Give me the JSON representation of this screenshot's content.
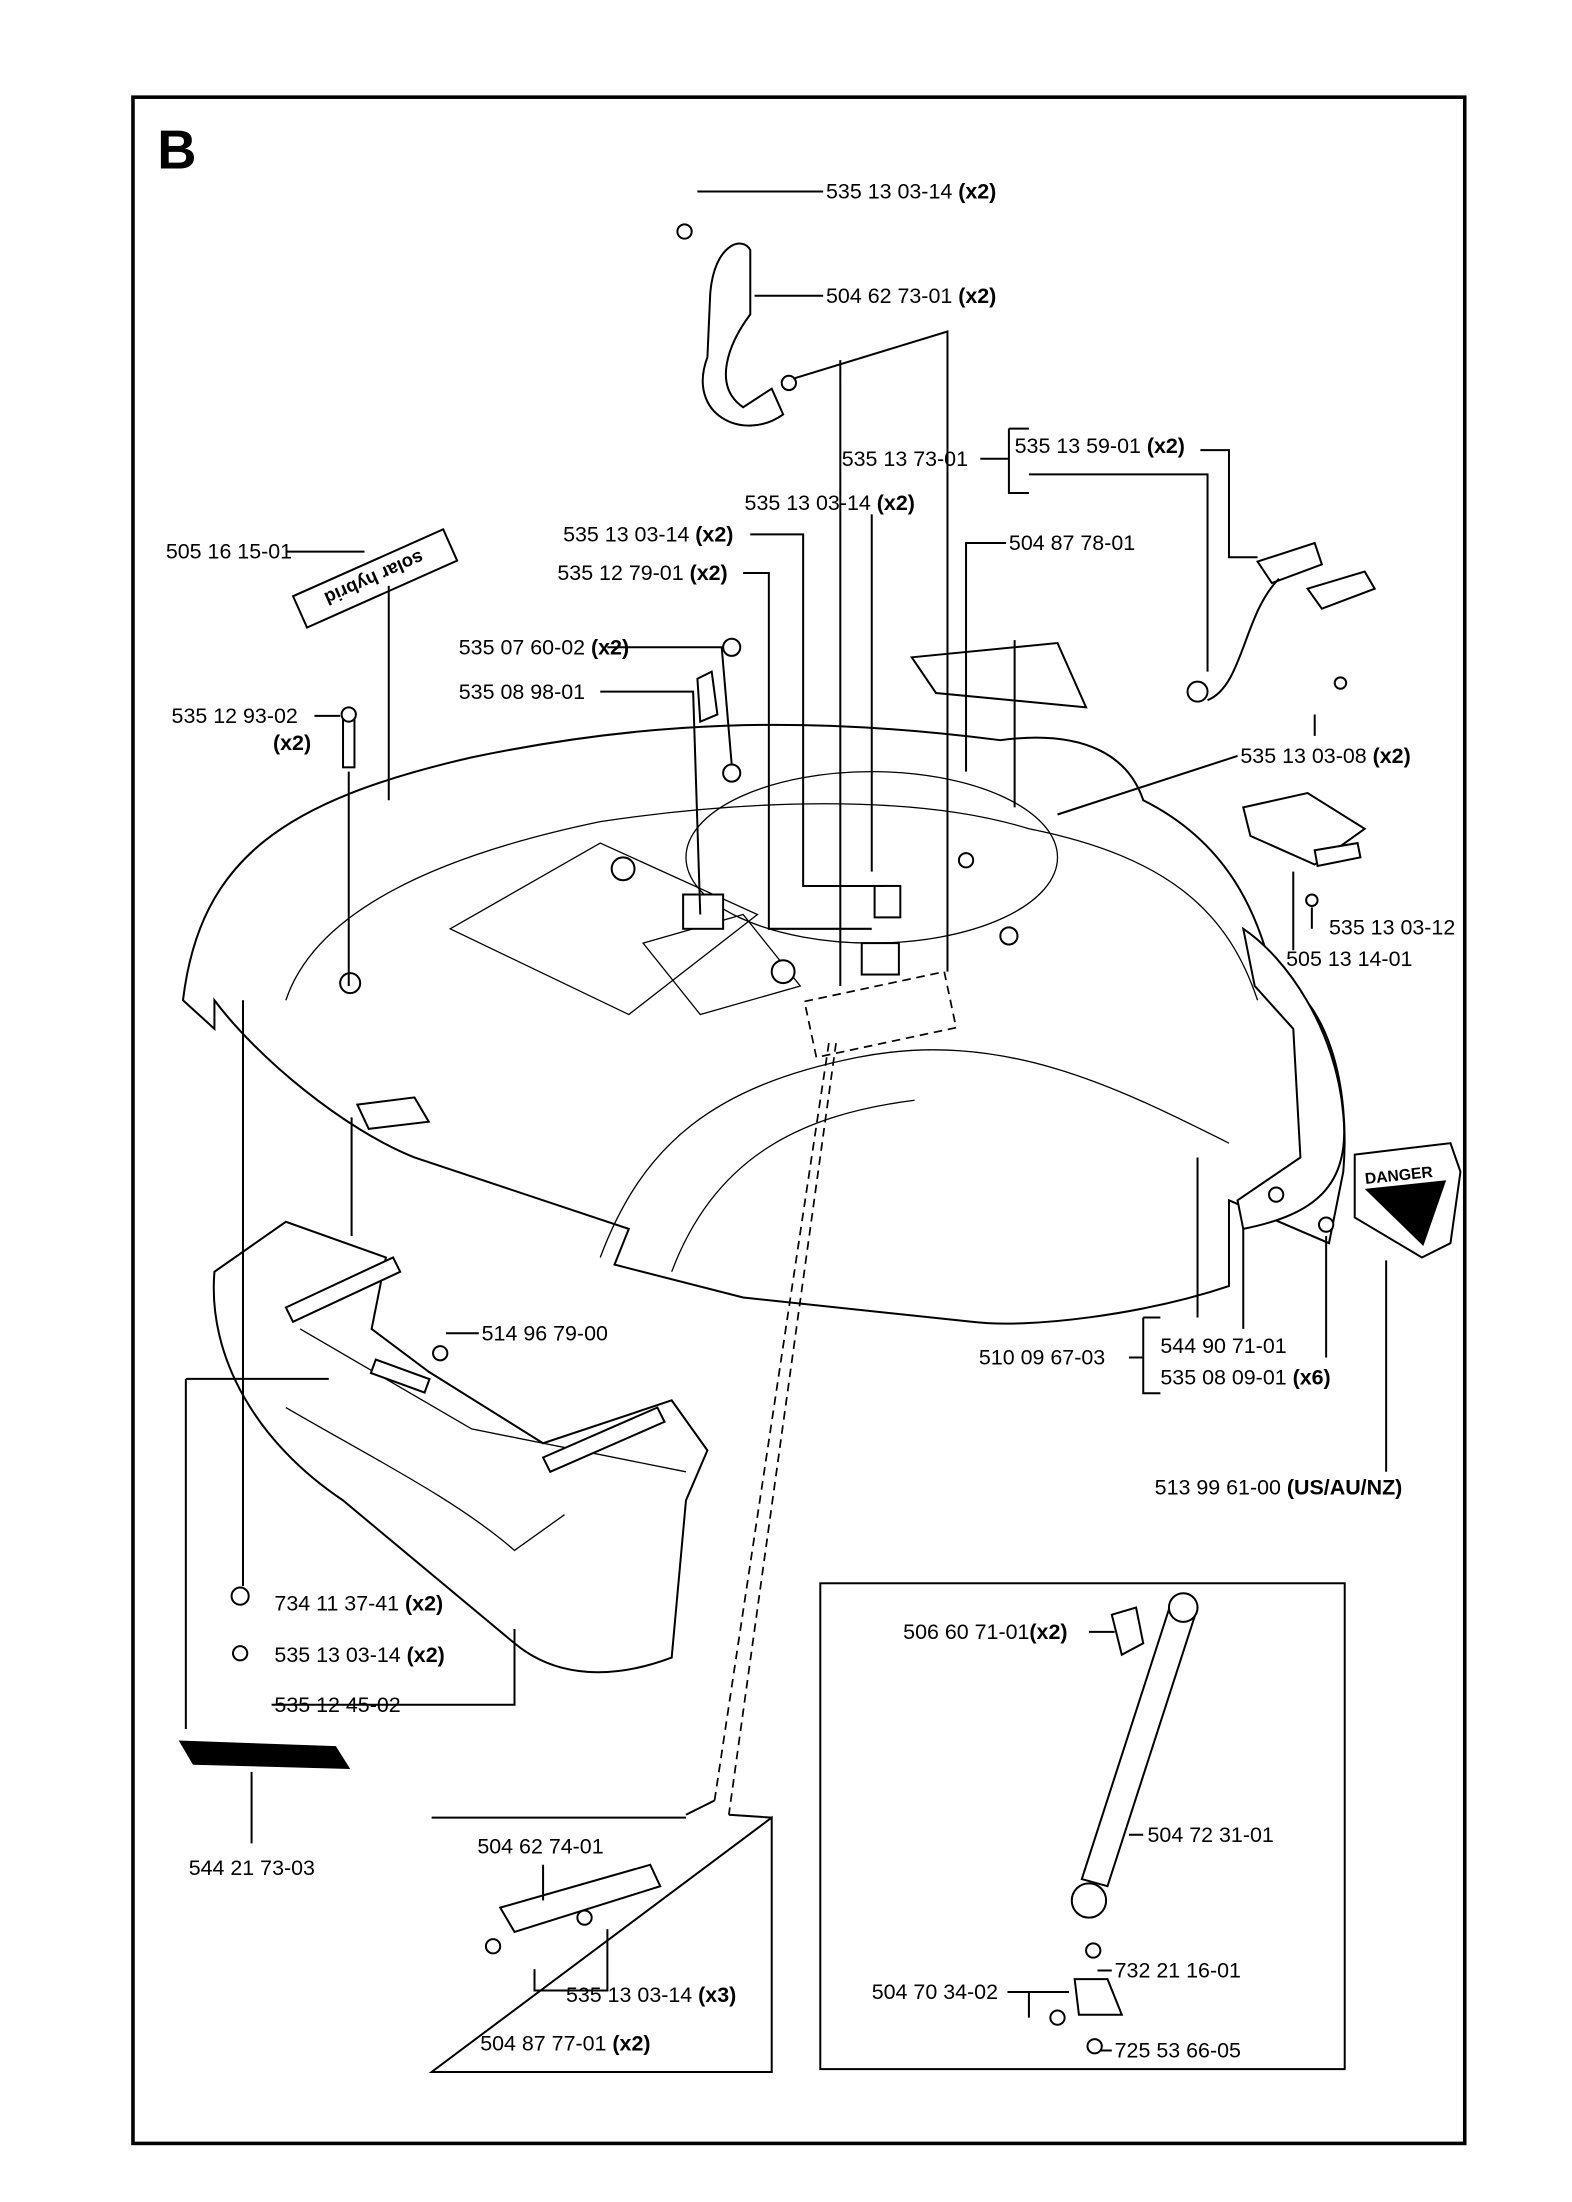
{
  "section_letter": "B",
  "decals": {
    "solar_hybrid_text": "solar hybrid",
    "danger_text": "DANGER"
  },
  "labels": [
    {
      "part": "535 13 03-14",
      "qty": "(x2)"
    },
    {
      "part": "504 62 73-01",
      "qty": "(x2)"
    },
    {
      "part": "535 13 73-01",
      "qty": ""
    },
    {
      "part": "535 13 59-01",
      "qty": "(x2)"
    },
    {
      "part": "535 13 03-14",
      "qty": "(x2)"
    },
    {
      "part": "535 13 03-14",
      "qty": "(x2)"
    },
    {
      "part": "504 87 78-01",
      "qty": ""
    },
    {
      "part": "535 12 79-01",
      "qty": "(x2)"
    },
    {
      "part": "505 16 15-01",
      "qty": ""
    },
    {
      "part": "535 07 60-02",
      "qty": "(x2)"
    },
    {
      "part": "535 08 98-01",
      "qty": ""
    },
    {
      "part": "535 12 93-02",
      "qty": "(x2)"
    },
    {
      "part": "535 13 03-08",
      "qty": "(x2)"
    },
    {
      "part": "535 13 03-12",
      "qty": ""
    },
    {
      "part": "505 13 14-01",
      "qty": ""
    },
    {
      "part": "514 96 79-00",
      "qty": ""
    },
    {
      "part": "510 09 67-03",
      "qty": ""
    },
    {
      "part": "544 90 71-01",
      "qty": ""
    },
    {
      "part": "535 08 09-01",
      "qty": "(x6)"
    },
    {
      "part": "513 99 61-00",
      "qty": "(US/AU/NZ)"
    },
    {
      "part": "734 11 37-41",
      "qty": "(x2)"
    },
    {
      "part": "535 13 03-14",
      "qty": "(x2)"
    },
    {
      "part": "535 12 45-02",
      "qty": ""
    },
    {
      "part": "544 21 73-03",
      "qty": ""
    }
  ],
  "inset_hinge": [
    {
      "part": "504 62 74-01",
      "qty": ""
    },
    {
      "part": "535 13 03-14",
      "qty": "(x3)"
    },
    {
      "part": "504 87 77-01",
      "qty": "(x2)"
    }
  ],
  "inset_strut": [
    {
      "part": "506 60 71-01",
      "qty": "(x2)"
    },
    {
      "part": "504 72 31-01",
      "qty": ""
    },
    {
      "part": "732 21 16-01",
      "qty": ""
    },
    {
      "part": "504 70 34-02",
      "qty": ""
    },
    {
      "part": "725 53 66-05",
      "qty": ""
    }
  ]
}
